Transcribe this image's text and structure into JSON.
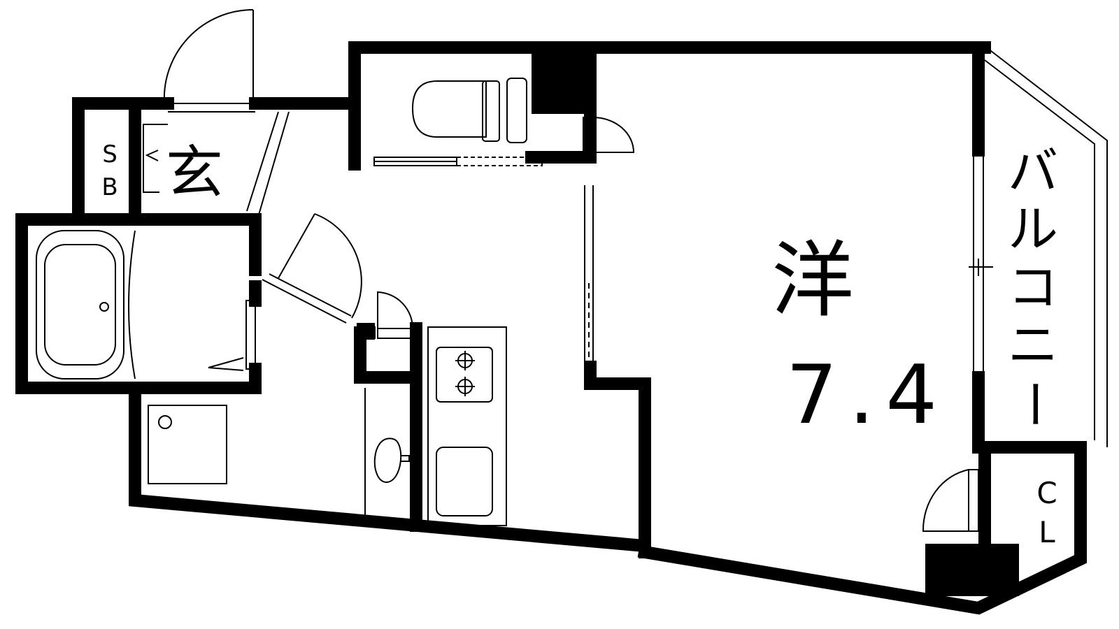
{
  "labels": {
    "genkan": "玄",
    "shoe_box_top": "S",
    "shoe_box_bottom": "B",
    "western_room": "洋",
    "western_room_size": "7.4",
    "balcony_1": "バ",
    "balcony_2": "ル",
    "balcony_3": "コ",
    "balcony_4": "ニ",
    "balcony_5": "ー",
    "closet_top": "C",
    "closet_bottom": "L"
  },
  "colors": {
    "wall": "#000000",
    "line": "#000000",
    "background": "#ffffff"
  }
}
